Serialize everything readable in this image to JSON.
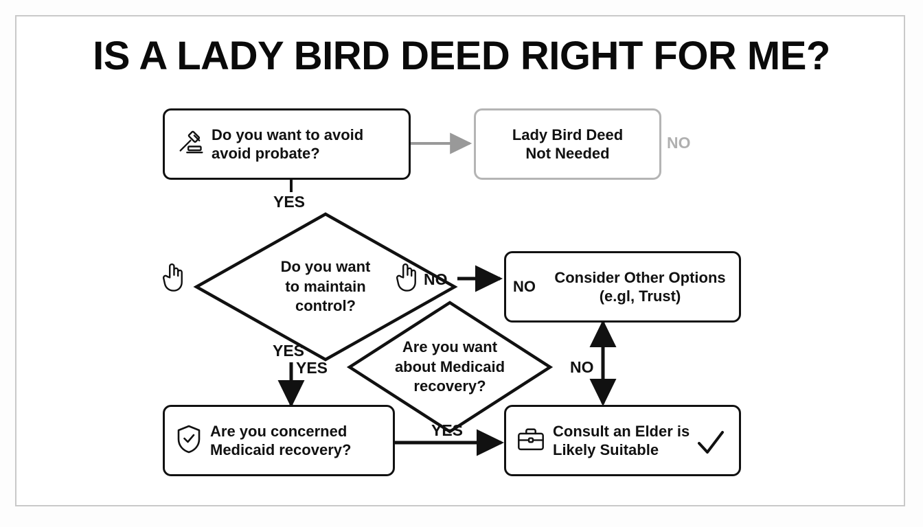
{
  "page": {
    "title": "IS A LADY BIRD DEED RIGHT FOR ME?",
    "background": "#fdfdfd",
    "frame_border_color": "#c9c9c9",
    "ink_color": "#111111",
    "muted_color": "#b4b4b4"
  },
  "chart_data": {
    "type": "diagram",
    "title": "IS A LADY BIRD DEED RIGHT FOR ME?",
    "nodes": [
      {
        "id": "probate",
        "shape": "rounded-box",
        "text": "Do you want to avoid\navoid probate?",
        "icon": "gavel-icon",
        "style": "black"
      },
      {
        "id": "not-needed",
        "shape": "rounded-box",
        "text": "Lady Bird Deed\nNot Needed",
        "icon": null,
        "style": "gray"
      },
      {
        "id": "control",
        "shape": "diamond",
        "text": "Do you want\nto maintain\ncontrol?",
        "icon": null,
        "style": "black"
      },
      {
        "id": "other-options",
        "shape": "rounded-box",
        "text": "Consider Other Options\n(e.gl, Trust)",
        "prefix": "NO",
        "icon": null,
        "style": "black"
      },
      {
        "id": "medicaid-question",
        "shape": "diamond",
        "text": "Are you want\nabout Medicaid\nrecovery?",
        "icon": null,
        "style": "black"
      },
      {
        "id": "concerned",
        "shape": "rounded-box",
        "text": "Are you concerned\nMedicaid recovery?",
        "icon": "shield-check-icon",
        "style": "black"
      },
      {
        "id": "consult-elder",
        "shape": "rounded-box",
        "text": "Consult an Elder is\nLikely Suitable",
        "icon": "briefcase-icon",
        "suffix": "check-icon",
        "style": "black"
      }
    ],
    "edges": [
      {
        "from": "probate",
        "to": "not-needed",
        "label": "NO",
        "style": "gray",
        "arrow": "single"
      },
      {
        "from": "probate",
        "to": "control",
        "label": "YES",
        "style": "black",
        "arrow": "none"
      },
      {
        "from": "control",
        "to": "other-options",
        "label": "NO",
        "style": "black",
        "arrow": "single"
      },
      {
        "from": "control",
        "to": "concerned",
        "label": "YES",
        "style": "black",
        "arrow": "single"
      },
      {
        "from": "control",
        "to": "concerned",
        "label": "YES",
        "style": "black",
        "arrow": "none"
      },
      {
        "from": "concerned",
        "to": "consult-elder",
        "label": "YES",
        "style": "black",
        "arrow": "single"
      },
      {
        "from": "other-options",
        "to": "consult-elder",
        "label": "NO",
        "style": "black",
        "arrow": "double"
      }
    ]
  },
  "nodes": {
    "probate": {
      "line1": "Do you want to avoid",
      "line2": "avoid probate?",
      "icon": "gavel-icon"
    },
    "not_needed": {
      "line1": "Lady Bird Deed",
      "line2": "Not Needed"
    },
    "control": {
      "text": "Do you want\nto maintain\ncontrol?"
    },
    "other_options": {
      "prefix": "NO",
      "line1": "Consider Other Options",
      "line2": "(e.gl, Trust)"
    },
    "medicaid_question": {
      "text": "Are you want\nabout Medicaid\nrecovery?"
    },
    "concerned": {
      "line1": "Are you concerned",
      "line2": "Medicaid recovery?",
      "icon": "shield-check-icon"
    },
    "consult_elder": {
      "line1": "Consult an Elder is",
      "line2": "Likely Suitable",
      "icon": "briefcase-icon"
    }
  },
  "labels": {
    "no_gray_top": "NO",
    "yes_under_probate": "YES",
    "no_right_of_control": "NO",
    "yes_left_under_control": "YES",
    "yes_right_under_control": "YES",
    "yes_to_consult": "YES",
    "no_vertical_right": "NO"
  }
}
